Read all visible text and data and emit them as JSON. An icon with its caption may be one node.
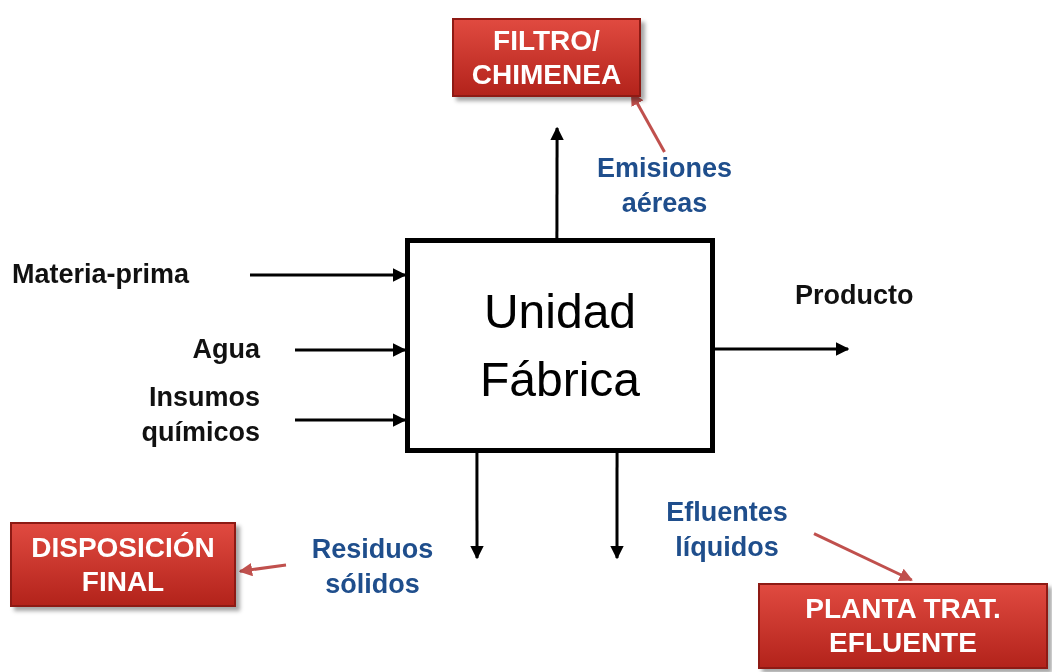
{
  "diagram": {
    "nodes": [
      {
        "text": [
          "Unidad Fábrica"
        ]
      },
      {
        "text": [
          "Materia-prima"
        ]
      },
      {
        "text": [
          "Agua"
        ]
      },
      {
        "text": [
          "Insumos químicos"
        ]
      },
      {
        "text": [
          "FILTRO/ CHIMENEA"
        ]
      },
      {
        "text": [
          "Emisiones aéreas"
        ]
      },
      {
        "text": [
          "DISPOSICIÓN FINAL"
        ]
      },
      {
        "text": [
          "Residuos sólidos"
        ]
      },
      {
        "text": [
          "Efluentes líquidos"
        ]
      },
      {
        "text": [
          "PLANTA TRAT. EFLUENTE"
        ]
      }
    ],
    "edges": [
      {
        "from": 1,
        "to": 0,
        "arrow": "to"
      },
      {
        "from": 2,
        "to": 0,
        "arrow": "to"
      },
      {
        "from": 3,
        "to": 0,
        "arrow": "to"
      },
      {
        "from": 0,
        "to": 4,
        "arrow": "to"
      },
      {
        "from": 0,
        "to": null,
        "arrow": "to"
      },
      {
        "from": 0,
        "to": null,
        "arrow": "to"
      },
      {
        "from": 0,
        "to": null,
        "arrow": "to"
      },
      {
        "from": 5,
        "to": 4,
        "arrow": "to",
        "color": "#c0504d"
      },
      {
        "from": 7,
        "to": 6,
        "arrow": "to",
        "color": "#c0504d"
      },
      {
        "from": 8,
        "to": 9,
        "arrow": "to",
        "color": "#c0504d"
      }
    ],
    "labels": [
      "Producto"
    ]
  }
}
